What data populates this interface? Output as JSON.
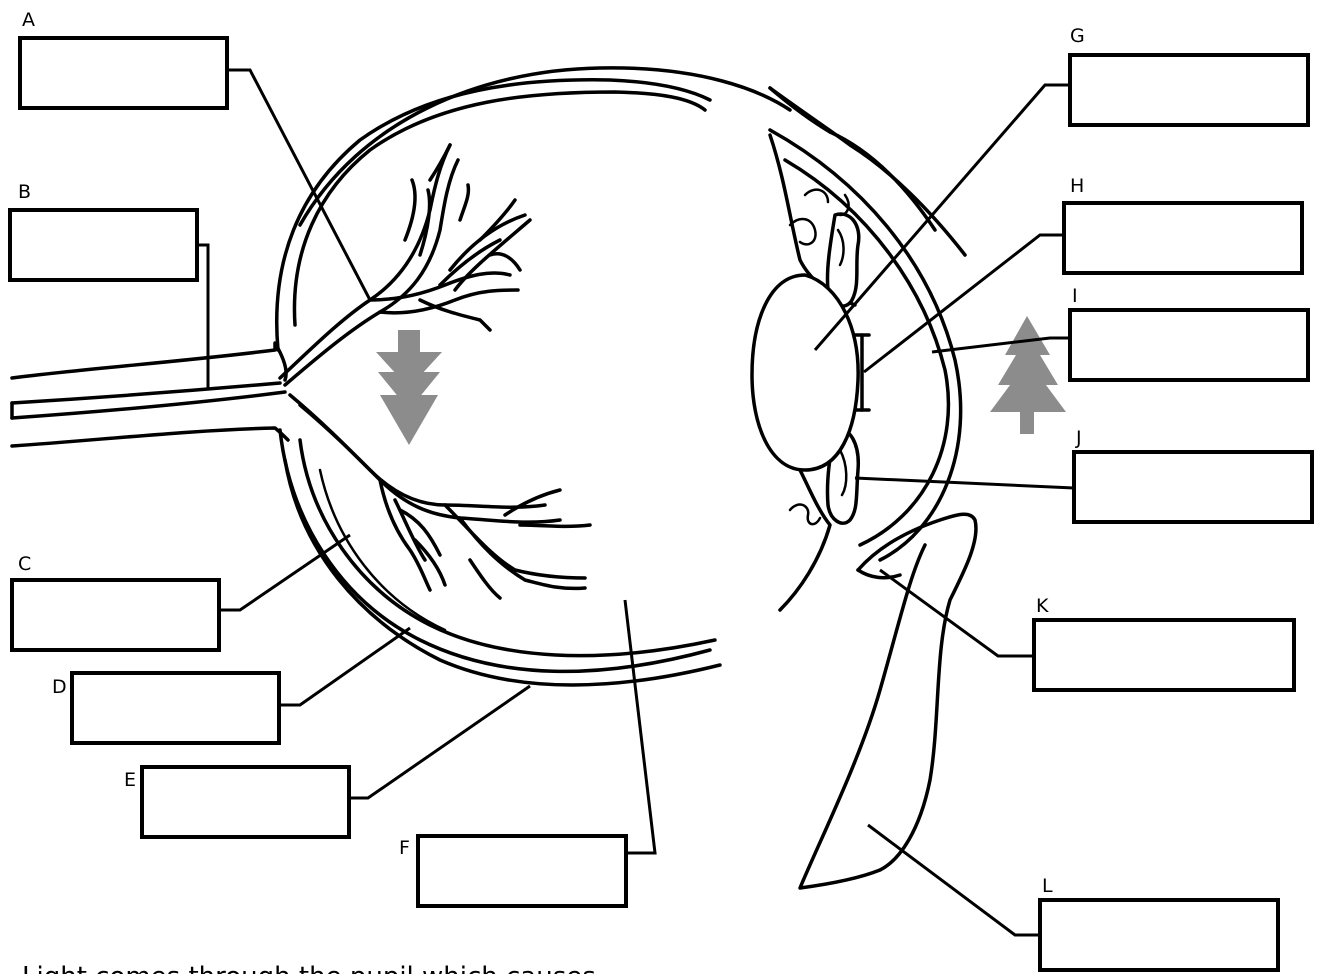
{
  "labels": {
    "A": "A",
    "B": "B",
    "C": "C",
    "D": "D",
    "E": "E",
    "F": "F",
    "G": "G",
    "H": "H",
    "I": "I",
    "J": "J",
    "K": "K",
    "L": "L"
  },
  "answer_boxes": {
    "A": "",
    "B": "",
    "C": "",
    "D": "",
    "E": "",
    "F": "",
    "G": "",
    "H": "",
    "I": "",
    "J": "",
    "K": "",
    "L": ""
  },
  "caption": "Light comes through the pupil which causes",
  "colors": {
    "arrow_gray": "#8c8c8c",
    "line": "#000000",
    "background": "#ffffff"
  },
  "icons": {
    "inverted_image_arrow": "down-arrow-icon",
    "object_tree": "tree-icon"
  }
}
